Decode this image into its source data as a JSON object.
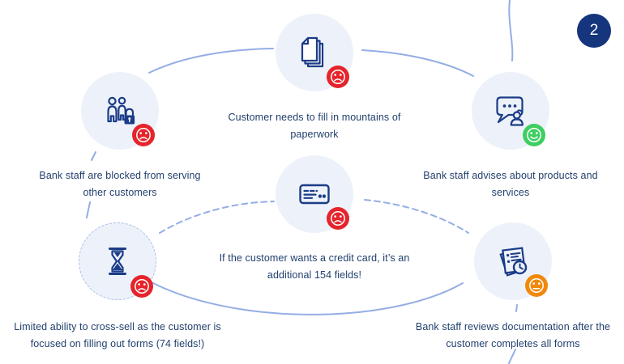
{
  "diagram": {
    "step_badge": {
      "label": "2"
    },
    "nodes": [
      {
        "id": "paperwork",
        "icon": "stacked-papers-icon",
        "sentiment": "negative",
        "label": "Customer needs to fill in mountains of paperwork"
      },
      {
        "id": "blocked-staff",
        "icon": "people-lock-icon",
        "sentiment": "negative",
        "label": "Bank staff are blocked from serving other customers"
      },
      {
        "id": "advises",
        "icon": "chat-person-icon",
        "sentiment": "positive",
        "label": "Bank staff advises about products and services"
      },
      {
        "id": "credit-card",
        "icon": "credit-card-icon",
        "sentiment": "negative",
        "label": "If the customer wants a credit card, it’s an additional 154 fields!"
      },
      {
        "id": "cross-sell",
        "icon": "hourglass-icon",
        "sentiment": "negative",
        "label": "Limited ability to cross-sell as the customer is focused on filling out forms (74 fields!)"
      },
      {
        "id": "reviews",
        "icon": "document-clock-icon",
        "sentiment": "neutral",
        "label": "Bank staff reviews documentation after the customer completes all forms"
      }
    ],
    "colors": {
      "negative": "#E5242B",
      "positive": "#3ECE62",
      "neutral": "#F0890B",
      "step_badge_bg": "#15357C",
      "icon_stroke": "#1B3C87",
      "connector": "#94AEE4",
      "node_bg": "#EDF2FA",
      "text": "#22406E"
    }
  }
}
